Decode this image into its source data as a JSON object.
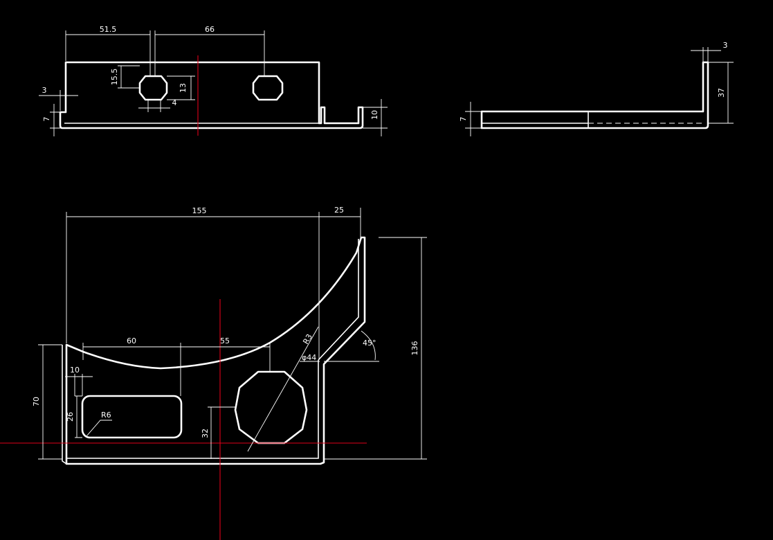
{
  "colors": {
    "background": "#000000",
    "geometry": "#ffffff",
    "centerline": "#e0001a"
  },
  "front_view": {
    "dims": {
      "d_51_5": "51.5",
      "d_66": "66",
      "d_15_5": "15.5",
      "d_13": "13",
      "d_4": "4",
      "d_3": "3",
      "d_7": "7",
      "d_10": "10"
    }
  },
  "side_view": {
    "dims": {
      "d_3": "3",
      "d_37": "37",
      "d_7": "7"
    }
  },
  "top_view": {
    "dims": {
      "d_155": "155",
      "d_25": "25",
      "d_136": "136",
      "d_60": "60",
      "d_55": "55",
      "d_10": "10",
      "d_70": "70",
      "d_26": "26",
      "d_32": "32",
      "d_r6": "R6",
      "d_r3": "R3",
      "d_phi44": "φ44",
      "d_45": "45°"
    }
  }
}
